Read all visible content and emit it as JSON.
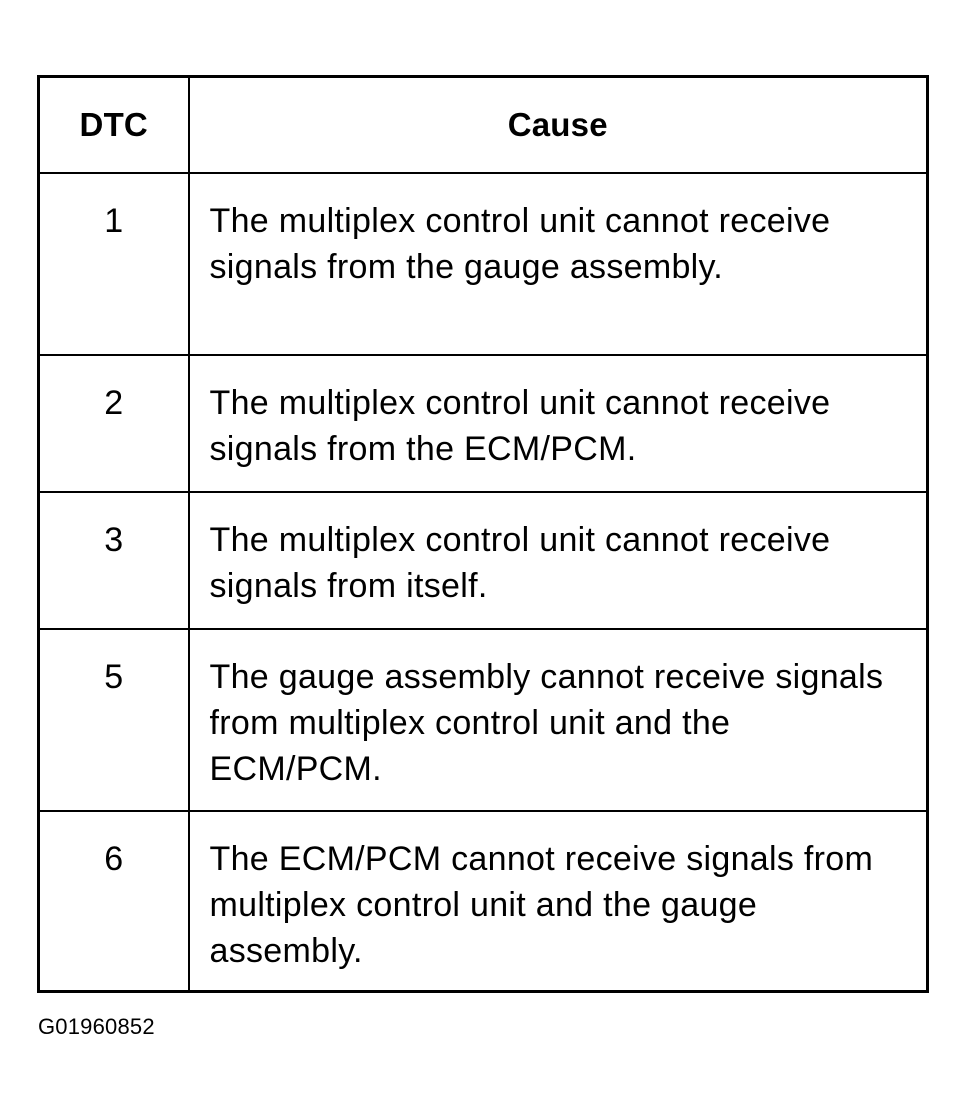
{
  "table": {
    "headers": {
      "dtc": "DTC",
      "cause": "Cause"
    },
    "rows": [
      {
        "dtc": "1",
        "cause": "The multiplex control unit cannot receive signals from the gauge assembly."
      },
      {
        "dtc": "2",
        "cause": "The multiplex control unit cannot receive signals from the ECM/PCM."
      },
      {
        "dtc": "3",
        "cause": "The multiplex control unit cannot receive signals from itself."
      },
      {
        "dtc": "5",
        "cause": "The gauge assembly cannot receive signals from multiplex control unit and the ECM/PCM."
      },
      {
        "dtc": "6",
        "cause": "The ECM/PCM cannot receive signals from multiplex control unit and the gauge assembly."
      }
    ]
  },
  "figure_id": "G01960852"
}
